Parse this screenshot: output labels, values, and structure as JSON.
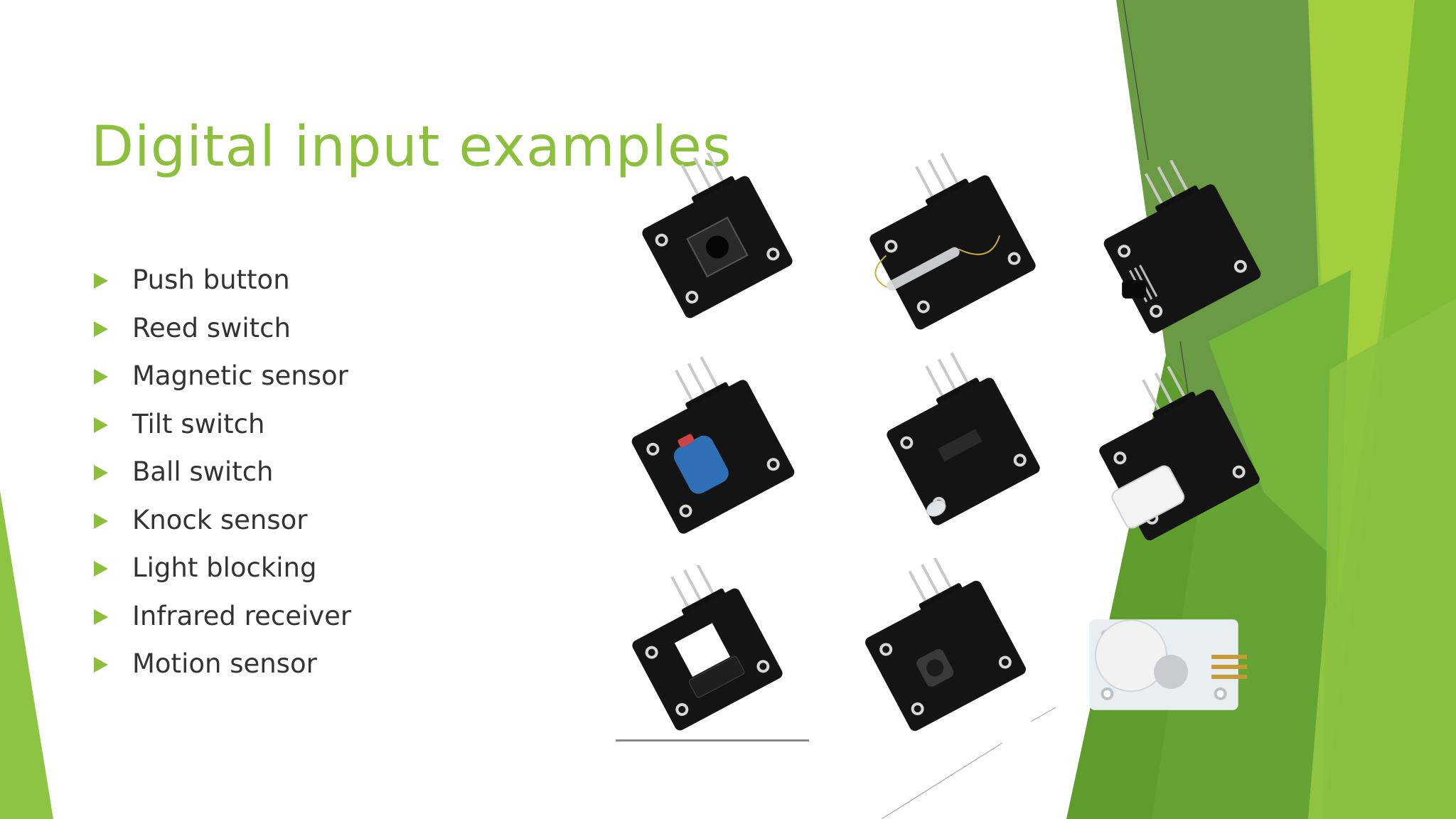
{
  "slide": {
    "title": "Digital input examples",
    "accent_color": "#8cc03c",
    "text_color": "#333333",
    "bullets": [
      "Push button",
      "Reed switch",
      "Magnetic sensor",
      "Tilt switch",
      "Ball switch",
      "Knock sensor",
      "Light blocking",
      "Infrared receiver",
      "Motion sensor"
    ]
  },
  "images": [
    {
      "name": "push-button-module",
      "board": "black",
      "component": "tactile-button"
    },
    {
      "name": "reed-switch-module",
      "board": "black",
      "component": "glass-reed"
    },
    {
      "name": "magnetic-sensor-module",
      "board": "black",
      "component": "hall-sensor"
    },
    {
      "name": "tilt-switch-module",
      "board": "black",
      "component": "blue-tilt-cylinder"
    },
    {
      "name": "ball-switch-module",
      "board": "black",
      "component": "mercury-bulb"
    },
    {
      "name": "knock-sensor-module",
      "board": "black",
      "component": "clear-spring-housing"
    },
    {
      "name": "light-blocking-module",
      "board": "black",
      "component": "photo-interrupter"
    },
    {
      "name": "infrared-receiver-module",
      "board": "black",
      "component": "ir-receiver"
    },
    {
      "name": "motion-sensor-module",
      "board": "white",
      "component": "pir-dome"
    }
  ]
}
